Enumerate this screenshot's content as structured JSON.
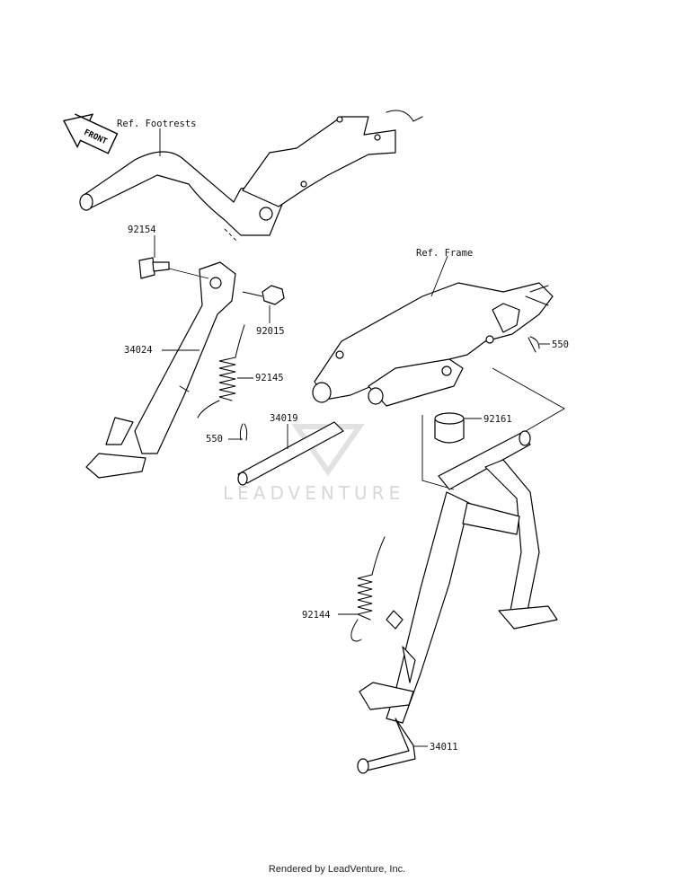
{
  "references": {
    "footrests": "Ref. Footrests",
    "frame": "Ref. Frame"
  },
  "front_arrow": "FRONT",
  "watermark": "LEADVENTURE",
  "parts": {
    "p92154": "92154",
    "p92015": "92015",
    "p34024": "34024",
    "p92145": "92145",
    "p34019": "34019",
    "p550_left": "550",
    "p550_right": "550",
    "p92161": "92161",
    "p92144": "92144",
    "p34011": "34011"
  },
  "footer": "Rendered by LeadVenture, Inc."
}
